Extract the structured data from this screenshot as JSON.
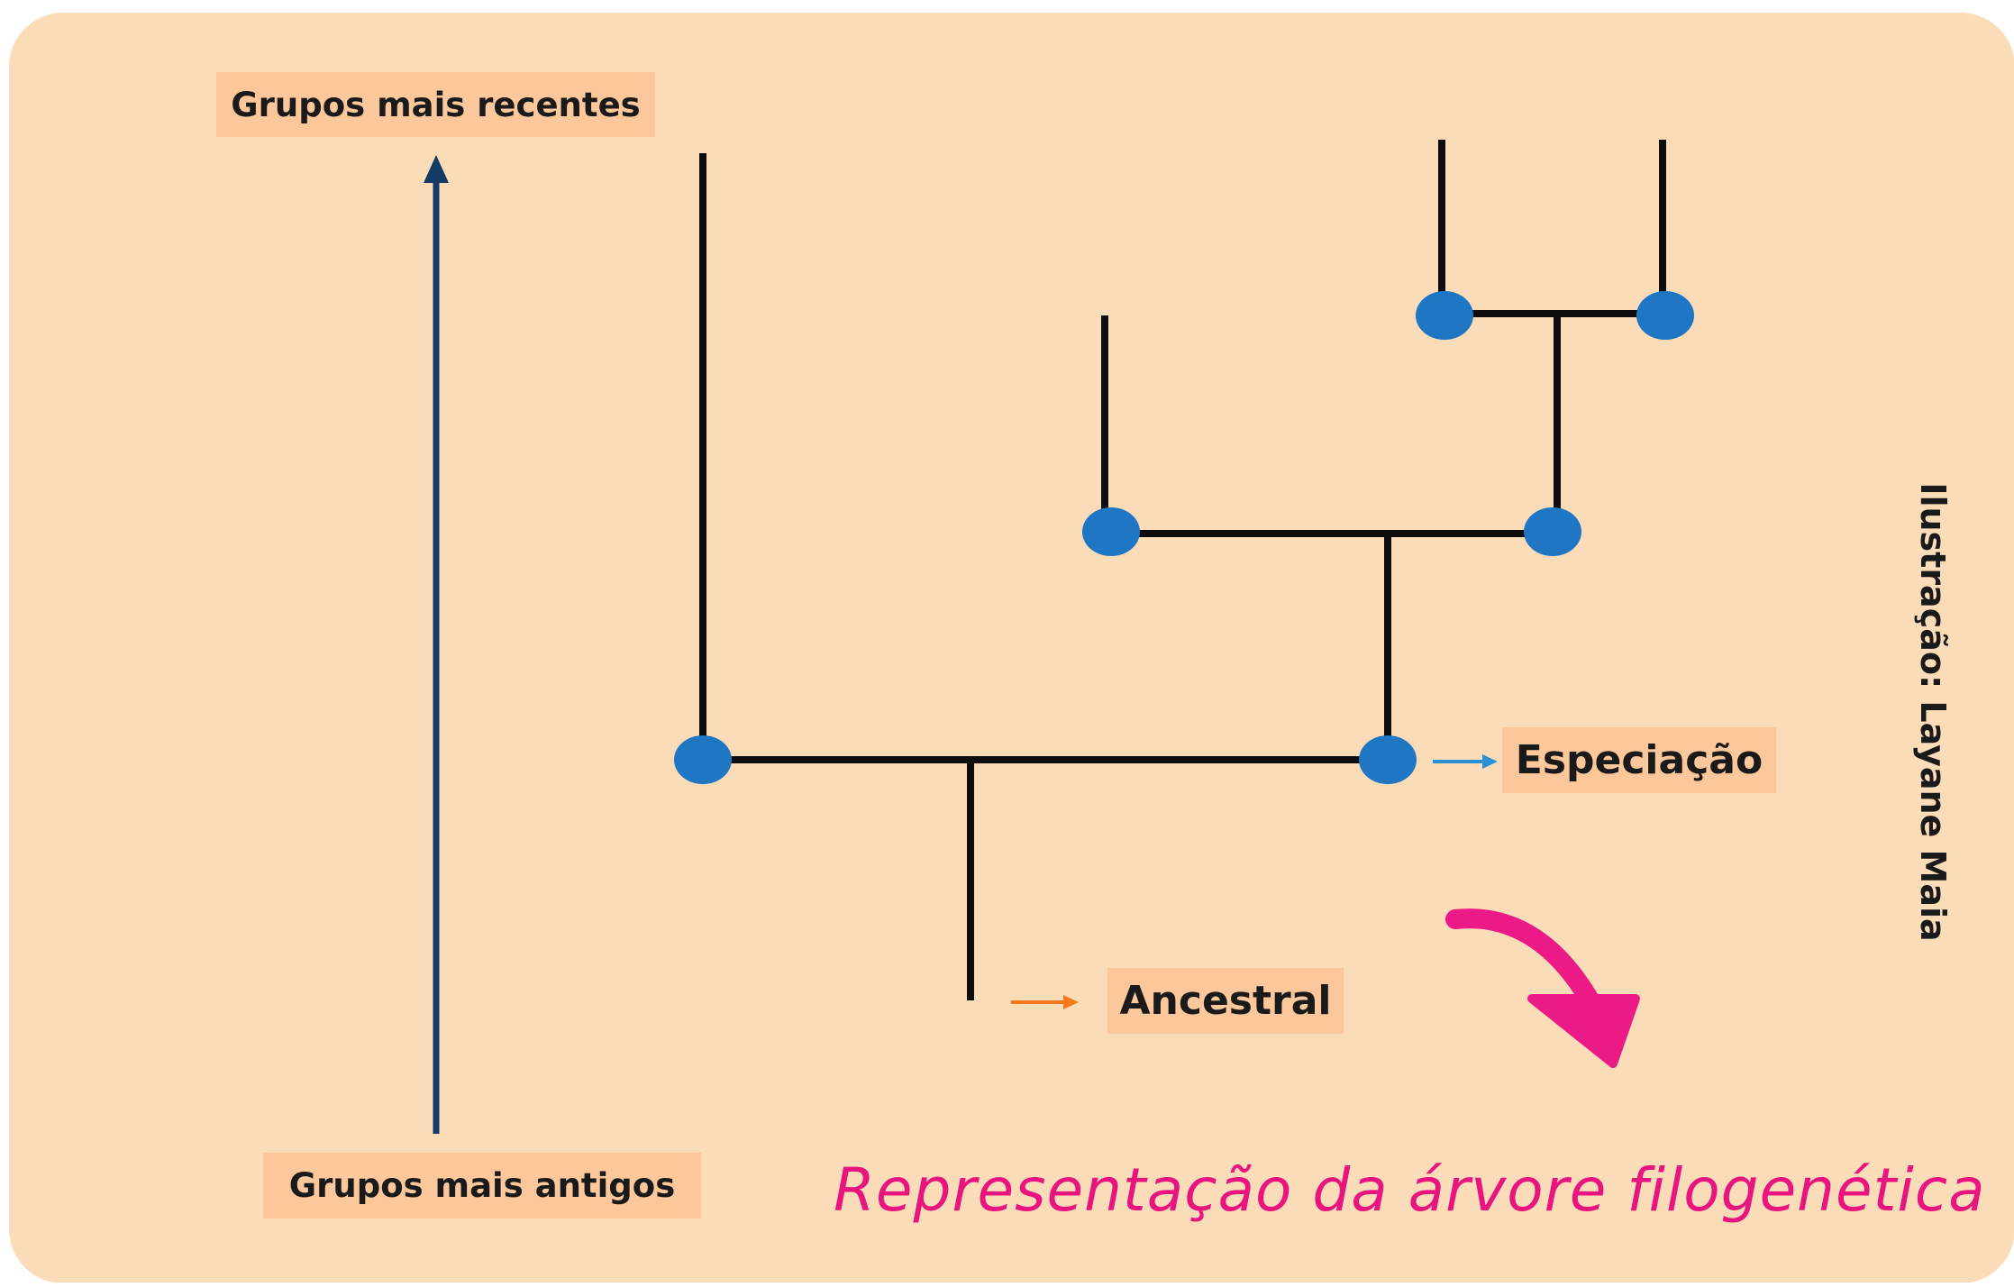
{
  "diagram": {
    "axis_top_label": "Grupos mais recentes",
    "axis_bottom_label": "Grupos mais antigos",
    "speciation_label": "Especiação",
    "ancestor_label": "Ancestral",
    "caption": "Representação da árvore filogenética",
    "credit": "Ilustração: Layane Maia"
  },
  "colors": {
    "background": "#fbdcb8",
    "label_box": "#fbc79b",
    "tree_line": "#0d0d0d",
    "node": "#1f77c4",
    "axis_arrow": "#143a66",
    "speciation_arrow": "#2a8fd6",
    "ancestor_arrow": "#f27a1d",
    "caption": "#e8147f",
    "curved_arrow": "#ec1a86"
  },
  "icons": {
    "axis_arrow": "arrow-up-icon",
    "speciation_pointer": "arrow-right-icon",
    "ancestor_pointer": "arrow-right-icon",
    "decorative_arrow": "curved-arrow-down-icon"
  }
}
